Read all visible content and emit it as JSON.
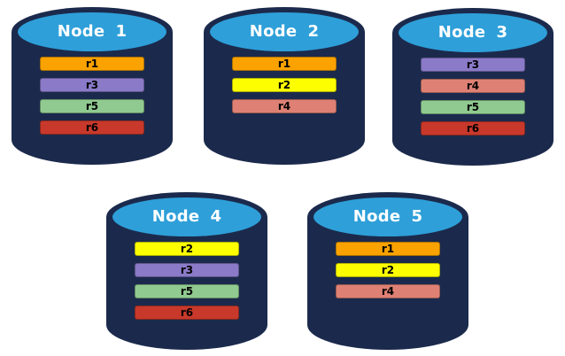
{
  "canvas": {
    "background": "#FFFFFF"
  },
  "colors": {
    "cylinder_body": "#1B2A4C",
    "cylinder_top": "#2E9FD9",
    "node_title_text": "#FFFFFF",
    "replica_label_text": "#000000",
    "replicas": {
      "r1": "#F9A200",
      "r2": "#FDFF00",
      "r3": "#8A7AC8",
      "r4": "#DE8174",
      "r5": "#90CA90",
      "r6": "#C8392B"
    }
  },
  "nodes": [
    {
      "name": "Node",
      "number": "1",
      "replicas": [
        "r1",
        "r3",
        "r5",
        "r6"
      ]
    },
    {
      "name": "Node",
      "number": "2",
      "replicas": [
        "r1",
        "r2",
        "r4"
      ]
    },
    {
      "name": "Node",
      "number": "3",
      "replicas": [
        "r3",
        "r4",
        "r5",
        "r6"
      ]
    },
    {
      "name": "Node",
      "number": "4",
      "replicas": [
        "r2",
        "r3",
        "r5",
        "r6"
      ]
    },
    {
      "name": "Node",
      "number": "5",
      "replicas": [
        "r1",
        "r2",
        "r4"
      ]
    }
  ]
}
